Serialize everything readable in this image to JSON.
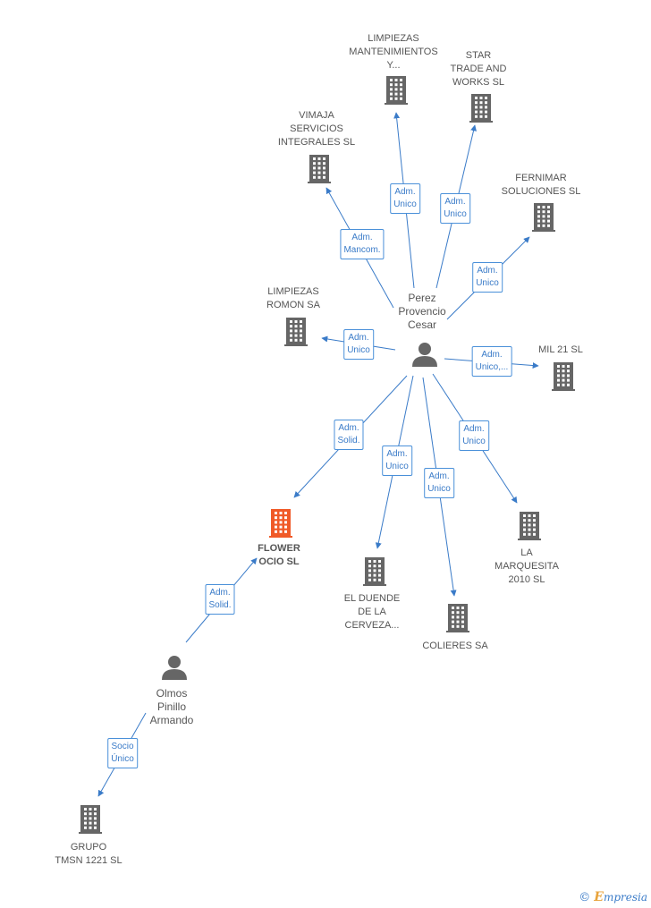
{
  "companies": [
    {
      "id": "limpiezas_mant",
      "label": "LIMPIEZAS\nMANTENIMIENTOS\nY..."
    },
    {
      "id": "star_trade",
      "label": "STAR\nTRADE AND\nWORKS  SL"
    },
    {
      "id": "vimaja",
      "label": "VIMAJA\nSERVICIOS\nINTEGRALES SL"
    },
    {
      "id": "fernimar",
      "label": "FERNIMAR\nSOLUCIONES SL"
    },
    {
      "id": "limpiezas_romon",
      "label": "LIMPIEZAS\nROMON SA"
    },
    {
      "id": "mil21",
      "label": "MIL 21  SL"
    },
    {
      "id": "flower",
      "label": "FLOWER\nOCIO  SL",
      "focus": true
    },
    {
      "id": "duende",
      "label": "EL DUENDE\nDE LA\nCERVEZA..."
    },
    {
      "id": "colieres",
      "label": "COLIERES SA"
    },
    {
      "id": "marquesita",
      "label": "LA\nMARQUESITA\n2010 SL"
    },
    {
      "id": "grupo",
      "label": "GRUPO\nTMSN 1221 SL"
    }
  ],
  "people": [
    {
      "id": "perez",
      "label": "Perez\nProvencio\nCesar"
    },
    {
      "id": "olmos",
      "label": "Olmos\nPinillo\nArmando"
    }
  ],
  "relations": [
    {
      "id": "r_lm",
      "label": "Adm.\nUnico"
    },
    {
      "id": "r_st",
      "label": "Adm.\nUnico"
    },
    {
      "id": "r_vi",
      "label": "Adm.\nMancom."
    },
    {
      "id": "r_fe",
      "label": "Adm.\nUnico"
    },
    {
      "id": "r_lr",
      "label": "Adm.\nUnico"
    },
    {
      "id": "r_mil",
      "label": "Adm.\nUnico,..."
    },
    {
      "id": "r_fl",
      "label": "Adm.\nSolid."
    },
    {
      "id": "r_du",
      "label": "Adm.\nUnico"
    },
    {
      "id": "r_co",
      "label": "Adm.\nUnico"
    },
    {
      "id": "r_ma",
      "label": "Adm.\nUnico"
    },
    {
      "id": "r_olfl",
      "label": "Adm.\nSolid."
    },
    {
      "id": "r_olgr",
      "label": "Socio\nÚnico"
    }
  ],
  "footer": {
    "copyright": "©",
    "brand_initial": "E",
    "brand_rest": "mpresia"
  },
  "colors": {
    "edge": "#3a7bc8",
    "building": "#666666",
    "focus_building": "#f05a28",
    "person": "#666666"
  }
}
